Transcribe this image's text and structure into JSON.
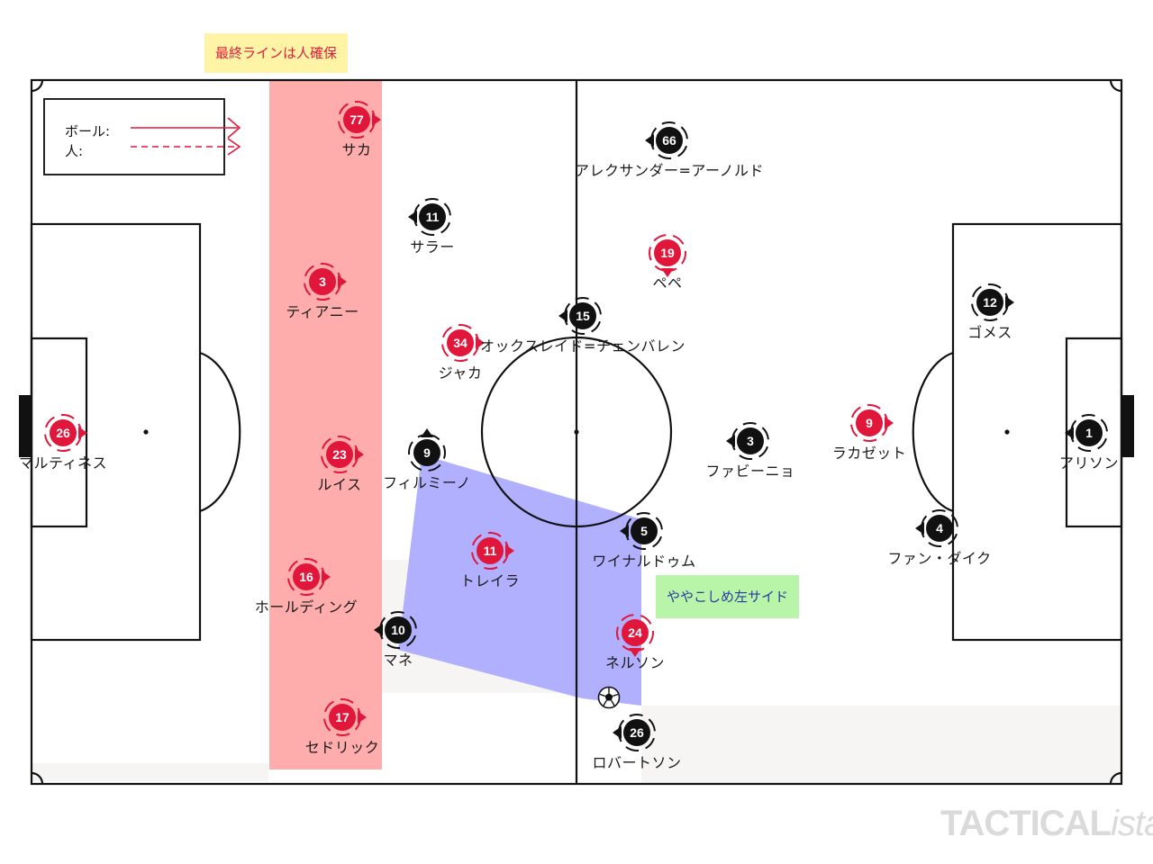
{
  "notes": {
    "last_line": "最終ラインは人確保",
    "left_side": "ややこしめ左サイド"
  },
  "legend": {
    "ball": "ボール:",
    "person": "人:"
  },
  "watermark": {
    "main": "TACTICAL",
    "italic": "ista"
  },
  "colors": {
    "red_team": "#e0163a",
    "black_team": "#111111",
    "line_zone": "#ffacac",
    "press_zone": "#b0b0ff",
    "line_note_bg": "#fff3a6",
    "side_note_bg": "#b9f5a9"
  },
  "players": [
    {
      "team": "red",
      "number": "77",
      "name": "サカ",
      "facing": "right"
    },
    {
      "team": "red",
      "number": "3",
      "name": "ティアニー",
      "facing": "right"
    },
    {
      "team": "red",
      "number": "34",
      "name": "ジャカ",
      "facing": "right"
    },
    {
      "team": "red",
      "number": "26",
      "name": "マルティネス",
      "facing": "right"
    },
    {
      "team": "red",
      "number": "23",
      "name": "ルイス",
      "facing": "right"
    },
    {
      "team": "red",
      "number": "16",
      "name": "ホールディング",
      "facing": "right"
    },
    {
      "team": "red",
      "number": "17",
      "name": "セドリック",
      "facing": "right"
    },
    {
      "team": "red",
      "number": "11",
      "name": "トレイラ",
      "facing": "right"
    },
    {
      "team": "red",
      "number": "19",
      "name": "ペペ",
      "facing": "down"
    },
    {
      "team": "red",
      "number": "24",
      "name": "ネルソン",
      "facing": "down"
    },
    {
      "team": "red",
      "number": "9",
      "name": "ラカゼット",
      "facing": "right"
    },
    {
      "team": "black",
      "number": "66",
      "name": "アレクサンダー=アーノルド",
      "facing": "left"
    },
    {
      "team": "black",
      "number": "11",
      "name": "サラー",
      "facing": "left"
    },
    {
      "team": "black",
      "number": "15",
      "name": "オックスレイド=チェンバレン",
      "facing": "left"
    },
    {
      "team": "black",
      "number": "9",
      "name": "フィルミーノ",
      "facing": "up"
    },
    {
      "team": "black",
      "number": "5",
      "name": "ワイナルドゥム",
      "facing": "left"
    },
    {
      "team": "black",
      "number": "10",
      "name": "マネ",
      "facing": "left"
    },
    {
      "team": "black",
      "number": "26",
      "name": "ロバートソン",
      "facing": "left"
    },
    {
      "team": "black",
      "number": "3",
      "name": "ファビーニョ",
      "facing": "left"
    },
    {
      "team": "black",
      "number": "12",
      "name": "ゴメス",
      "facing": "right"
    },
    {
      "team": "black",
      "number": "4",
      "name": "ファン・ダイク",
      "facing": "left"
    },
    {
      "team": "black",
      "number": "1",
      "name": "アリソン",
      "facing": "left"
    }
  ]
}
